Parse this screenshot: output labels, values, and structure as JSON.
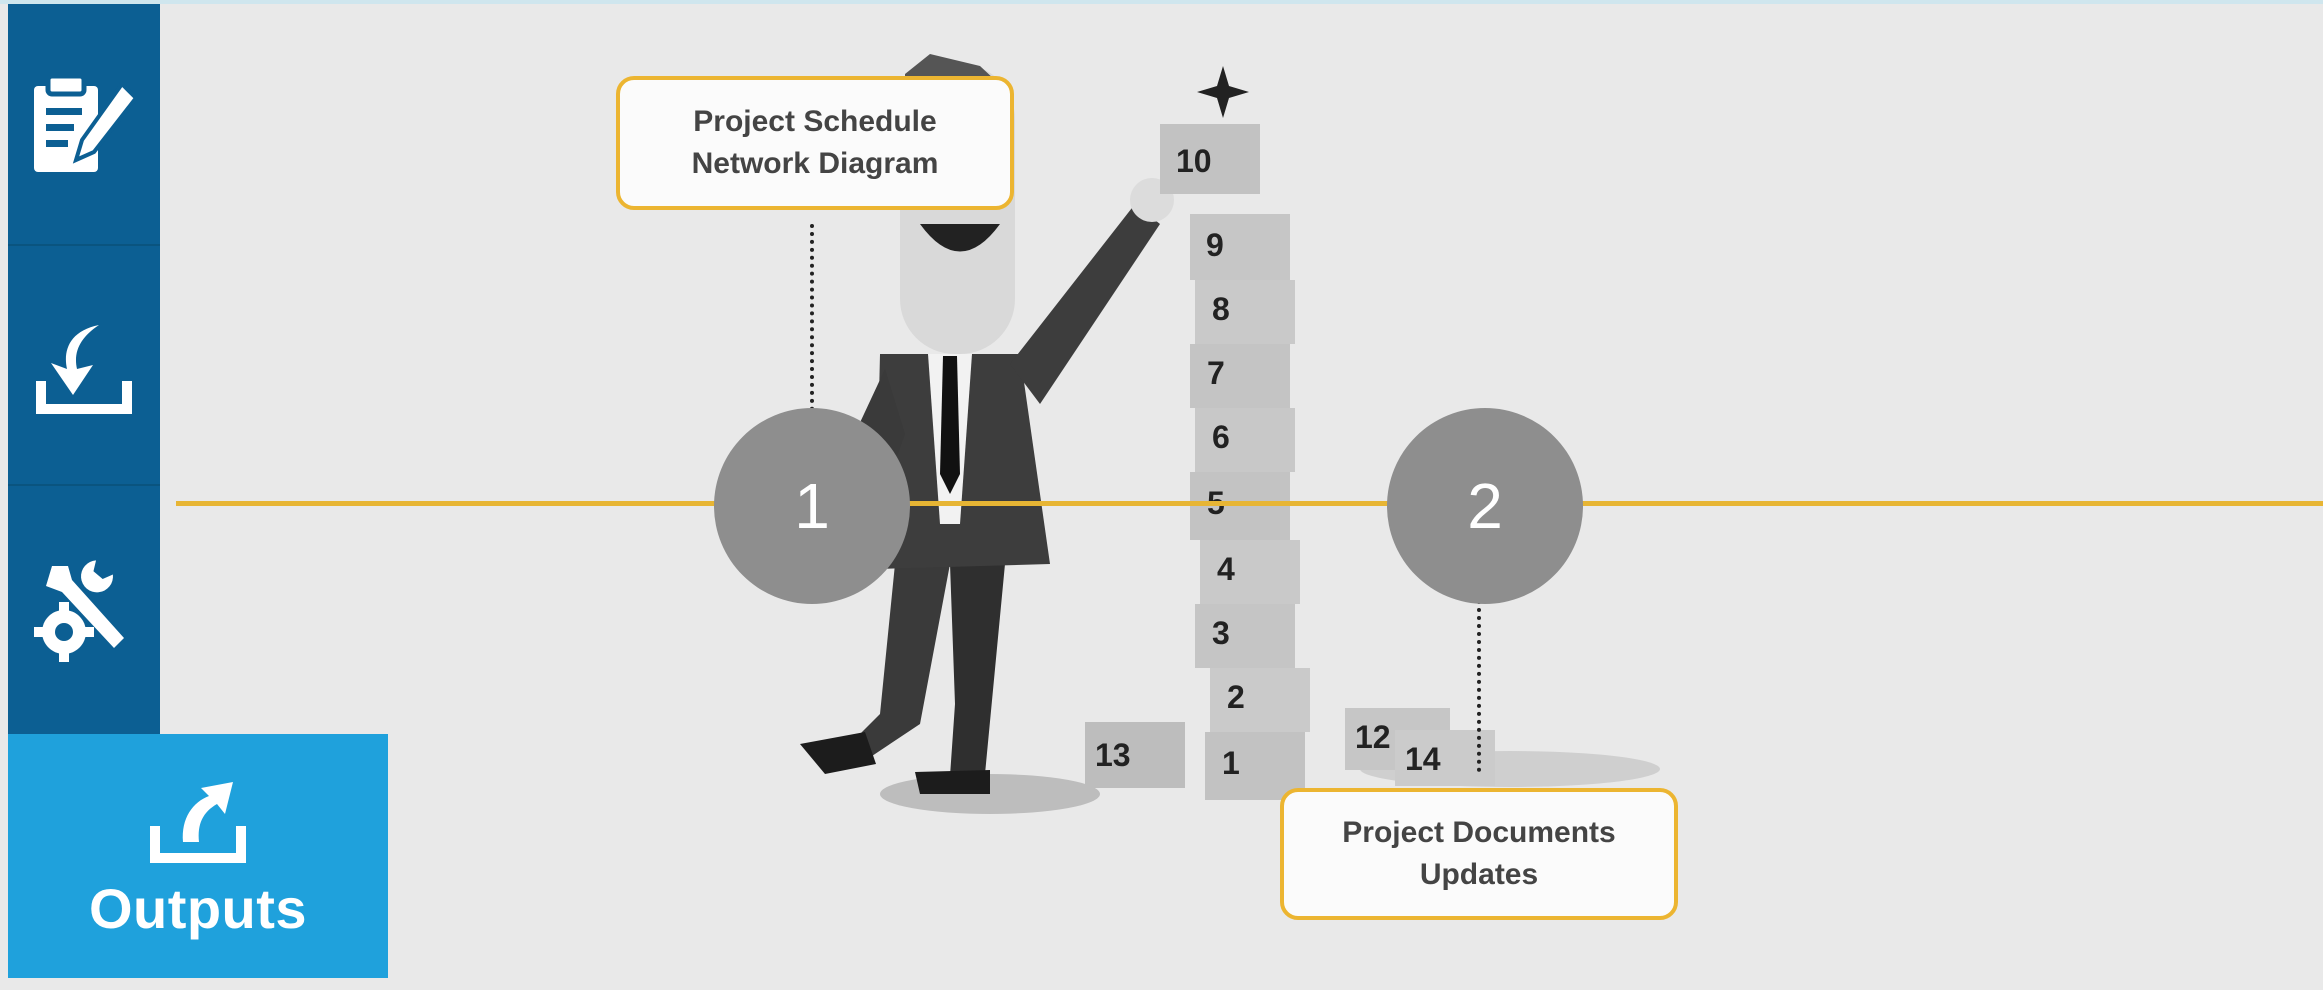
{
  "sidebar": {
    "items": [
      {
        "name": "clipboard-edit-icon"
      },
      {
        "name": "download-tray-icon"
      },
      {
        "name": "gear-wrench-icon"
      }
    ],
    "outputs": {
      "label": "Outputs",
      "icon": "upload-tray-icon"
    }
  },
  "diagram": {
    "steps": [
      {
        "number": "1",
        "callout": "Project Schedule\nNetwork Diagram"
      },
      {
        "number": "2",
        "callout": "Project Documents\nUpdates"
      }
    ],
    "blocks": [
      "1",
      "2",
      "3",
      "4",
      "5",
      "6",
      "7",
      "8",
      "9",
      "10",
      "12",
      "13",
      "14"
    ]
  },
  "colors": {
    "sidebar": "#0c5f93",
    "outputs_tab": "#1fa1dc",
    "timeline": "#e7b534",
    "callout_border": "#ecb531",
    "step_circle": "#8e8e8e"
  }
}
